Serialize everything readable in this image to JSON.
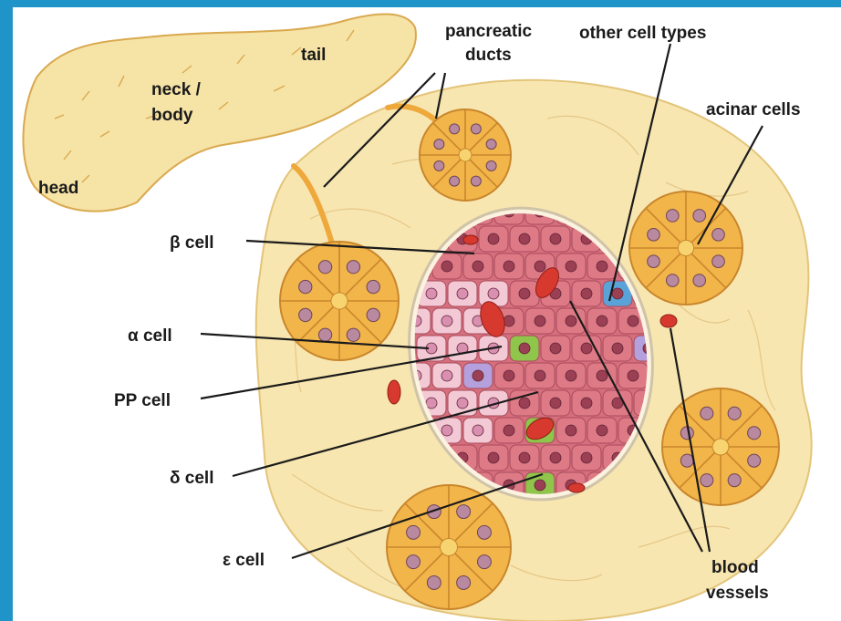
{
  "pancreas": {
    "head": "head",
    "neck_body_line1": "neck /",
    "neck_body_line2": "body",
    "tail": "tail"
  },
  "labels": {
    "pancreatic_ducts_line1": "pancreatic",
    "pancreatic_ducts_line2": "ducts",
    "other_cell_types": "other cell types",
    "acinar_cells": "acinar cells",
    "beta_cell": "β cell",
    "alpha_cell": "α cell",
    "pp_cell": "PP cell",
    "delta_cell": "δ cell",
    "epsilon_cell": "ε cell",
    "blood_vessels_line1": "blood",
    "blood_vessels_line2": "vessels"
  },
  "colors": {
    "background_border": "#1f94c8",
    "tissue": "#f8e6b0",
    "acinar": "#f2b54a",
    "duct": "#eea83c",
    "beta": "#dd7a86",
    "alpha": "#f3c9d6",
    "delta": "#8fc54a",
    "pp": "#b4a0dc",
    "other": "#5aa3d8",
    "blood": "#d8392e"
  }
}
